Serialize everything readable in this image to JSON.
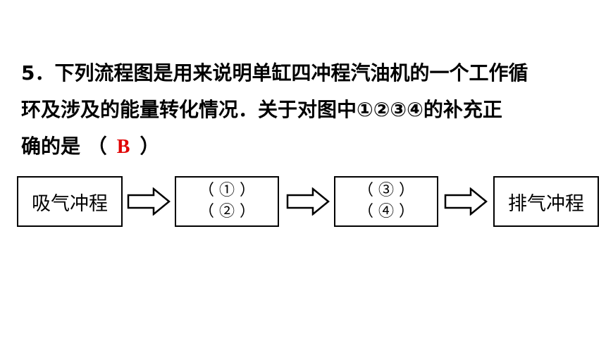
{
  "question": {
    "number": "5",
    "line1": "．下列流程图是用来说明单缸四冲程汽油机的一个工作循",
    "line2": "环及涉及的能量转化情况．关于对图中①②③④的补充正",
    "line3_prefix": "确的是 （",
    "answer": "B",
    "line3_suffix": "）"
  },
  "flow": {
    "box1": "吸气冲程",
    "box2_top": "（ ① ）",
    "box2_bottom": "（ ② ）",
    "box3_top": "（ ③ ）",
    "box3_bottom": "（ ④ ）",
    "box4": "排气冲程"
  },
  "colors": {
    "answer": "#e00000",
    "text": "#000000"
  }
}
